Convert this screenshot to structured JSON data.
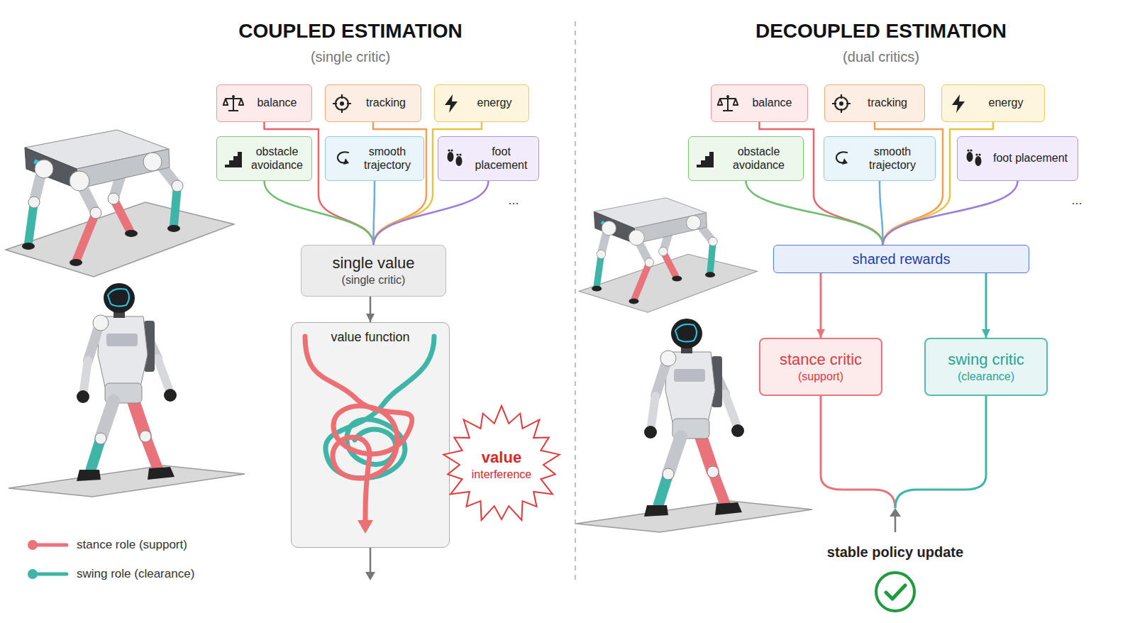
{
  "diagram": {
    "nodes": [
      {
        "text": [
          "balance"
        ]
      },
      {
        "text": [
          "tracking"
        ]
      },
      {
        "text": [
          "energy"
        ]
      },
      {
        "text": [
          "obstacle avoidance"
        ]
      },
      {
        "text": [
          "smooth trajectory"
        ]
      },
      {
        "text": [
          "foot placement"
        ]
      },
      {
        "text": [
          "single value",
          "(single critic)"
        ]
      },
      {
        "text": [
          "value function"
        ]
      },
      {
        "text": [
          "value",
          "interference"
        ]
      },
      {
        "text": [
          "balance"
        ]
      },
      {
        "text": [
          "tracking"
        ]
      },
      {
        "text": [
          "energy"
        ]
      },
      {
        "text": [
          "obstacle avoidance"
        ]
      },
      {
        "text": [
          "smooth trajectory"
        ]
      },
      {
        "text": [
          "foot placement"
        ]
      },
      {
        "text": [
          "shared rewards"
        ]
      },
      {
        "text": [
          "stance critic",
          "(support)"
        ]
      },
      {
        "text": [
          "swing critic",
          "(clearance)"
        ]
      }
    ],
    "edges": [
      {
        "from": 0,
        "to": 6,
        "arrow": "none"
      },
      {
        "from": 1,
        "to": 6,
        "arrow": "none"
      },
      {
        "from": 2,
        "to": 6,
        "arrow": "none"
      },
      {
        "from": 3,
        "to": 6,
        "arrow": "none"
      },
      {
        "from": 4,
        "to": 6,
        "arrow": "none"
      },
      {
        "from": 5,
        "to": 6,
        "arrow": "none"
      },
      {
        "from": 6,
        "to": 7,
        "arrow": "to"
      },
      {
        "from": 9,
        "to": 15,
        "arrow": "none"
      },
      {
        "from": 10,
        "to": 15,
        "arrow": "none"
      },
      {
        "from": 11,
        "to": 15,
        "arrow": "none"
      },
      {
        "from": 12,
        "to": 15,
        "arrow": "none"
      },
      {
        "from": 13,
        "to": 15,
        "arrow": "none"
      },
      {
        "from": 14,
        "to": 15,
        "arrow": "none"
      },
      {
        "from": 15,
        "to": 16,
        "arrow": "to"
      },
      {
        "from": 15,
        "to": 17,
        "arrow": "to"
      }
    ],
    "labels": [
      "COUPLED ESTIMATION",
      "(single critic)",
      "...",
      "DECOUPLED ESTIMATION",
      "(dual critics)",
      "...",
      "stable policy update"
    ],
    "legend": [
      {
        "text": "stance role (support)",
        "color": "#e8737a"
      },
      {
        "text": "swing role (clearance)",
        "color": "#3fb5a8"
      }
    ]
  }
}
